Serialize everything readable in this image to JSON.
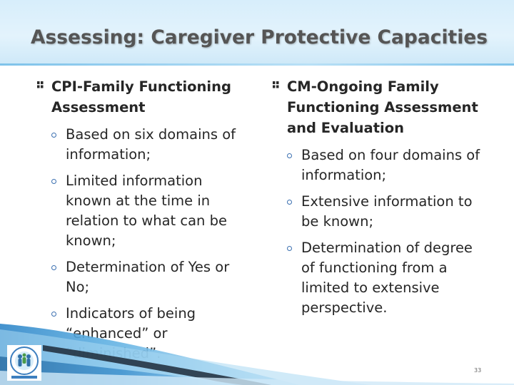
{
  "slide": {
    "title": "Assessing: Caregiver Protective Capacities",
    "page_number": "33",
    "accent_color": "#7fc3ea",
    "left": {
      "bullet_icon": "square-bullet",
      "heading": "CPI-Family Functioning Assessment",
      "subitems": [
        "Based on six domains of information;",
        "Limited information known at the time in relation to what can be known;",
        "Determination of Yes or No;",
        "Indicators of being “enhanced” or “diminished”."
      ]
    },
    "right": {
      "bullet_icon": "square-bullet",
      "heading": "CM-Ongoing Family Functioning Assessment and Evaluation",
      "subitems": [
        "Based on four domains of information;",
        "Extensive information to be known;",
        "Determination of degree of functioning from a limited to extensive perspective."
      ]
    }
  }
}
